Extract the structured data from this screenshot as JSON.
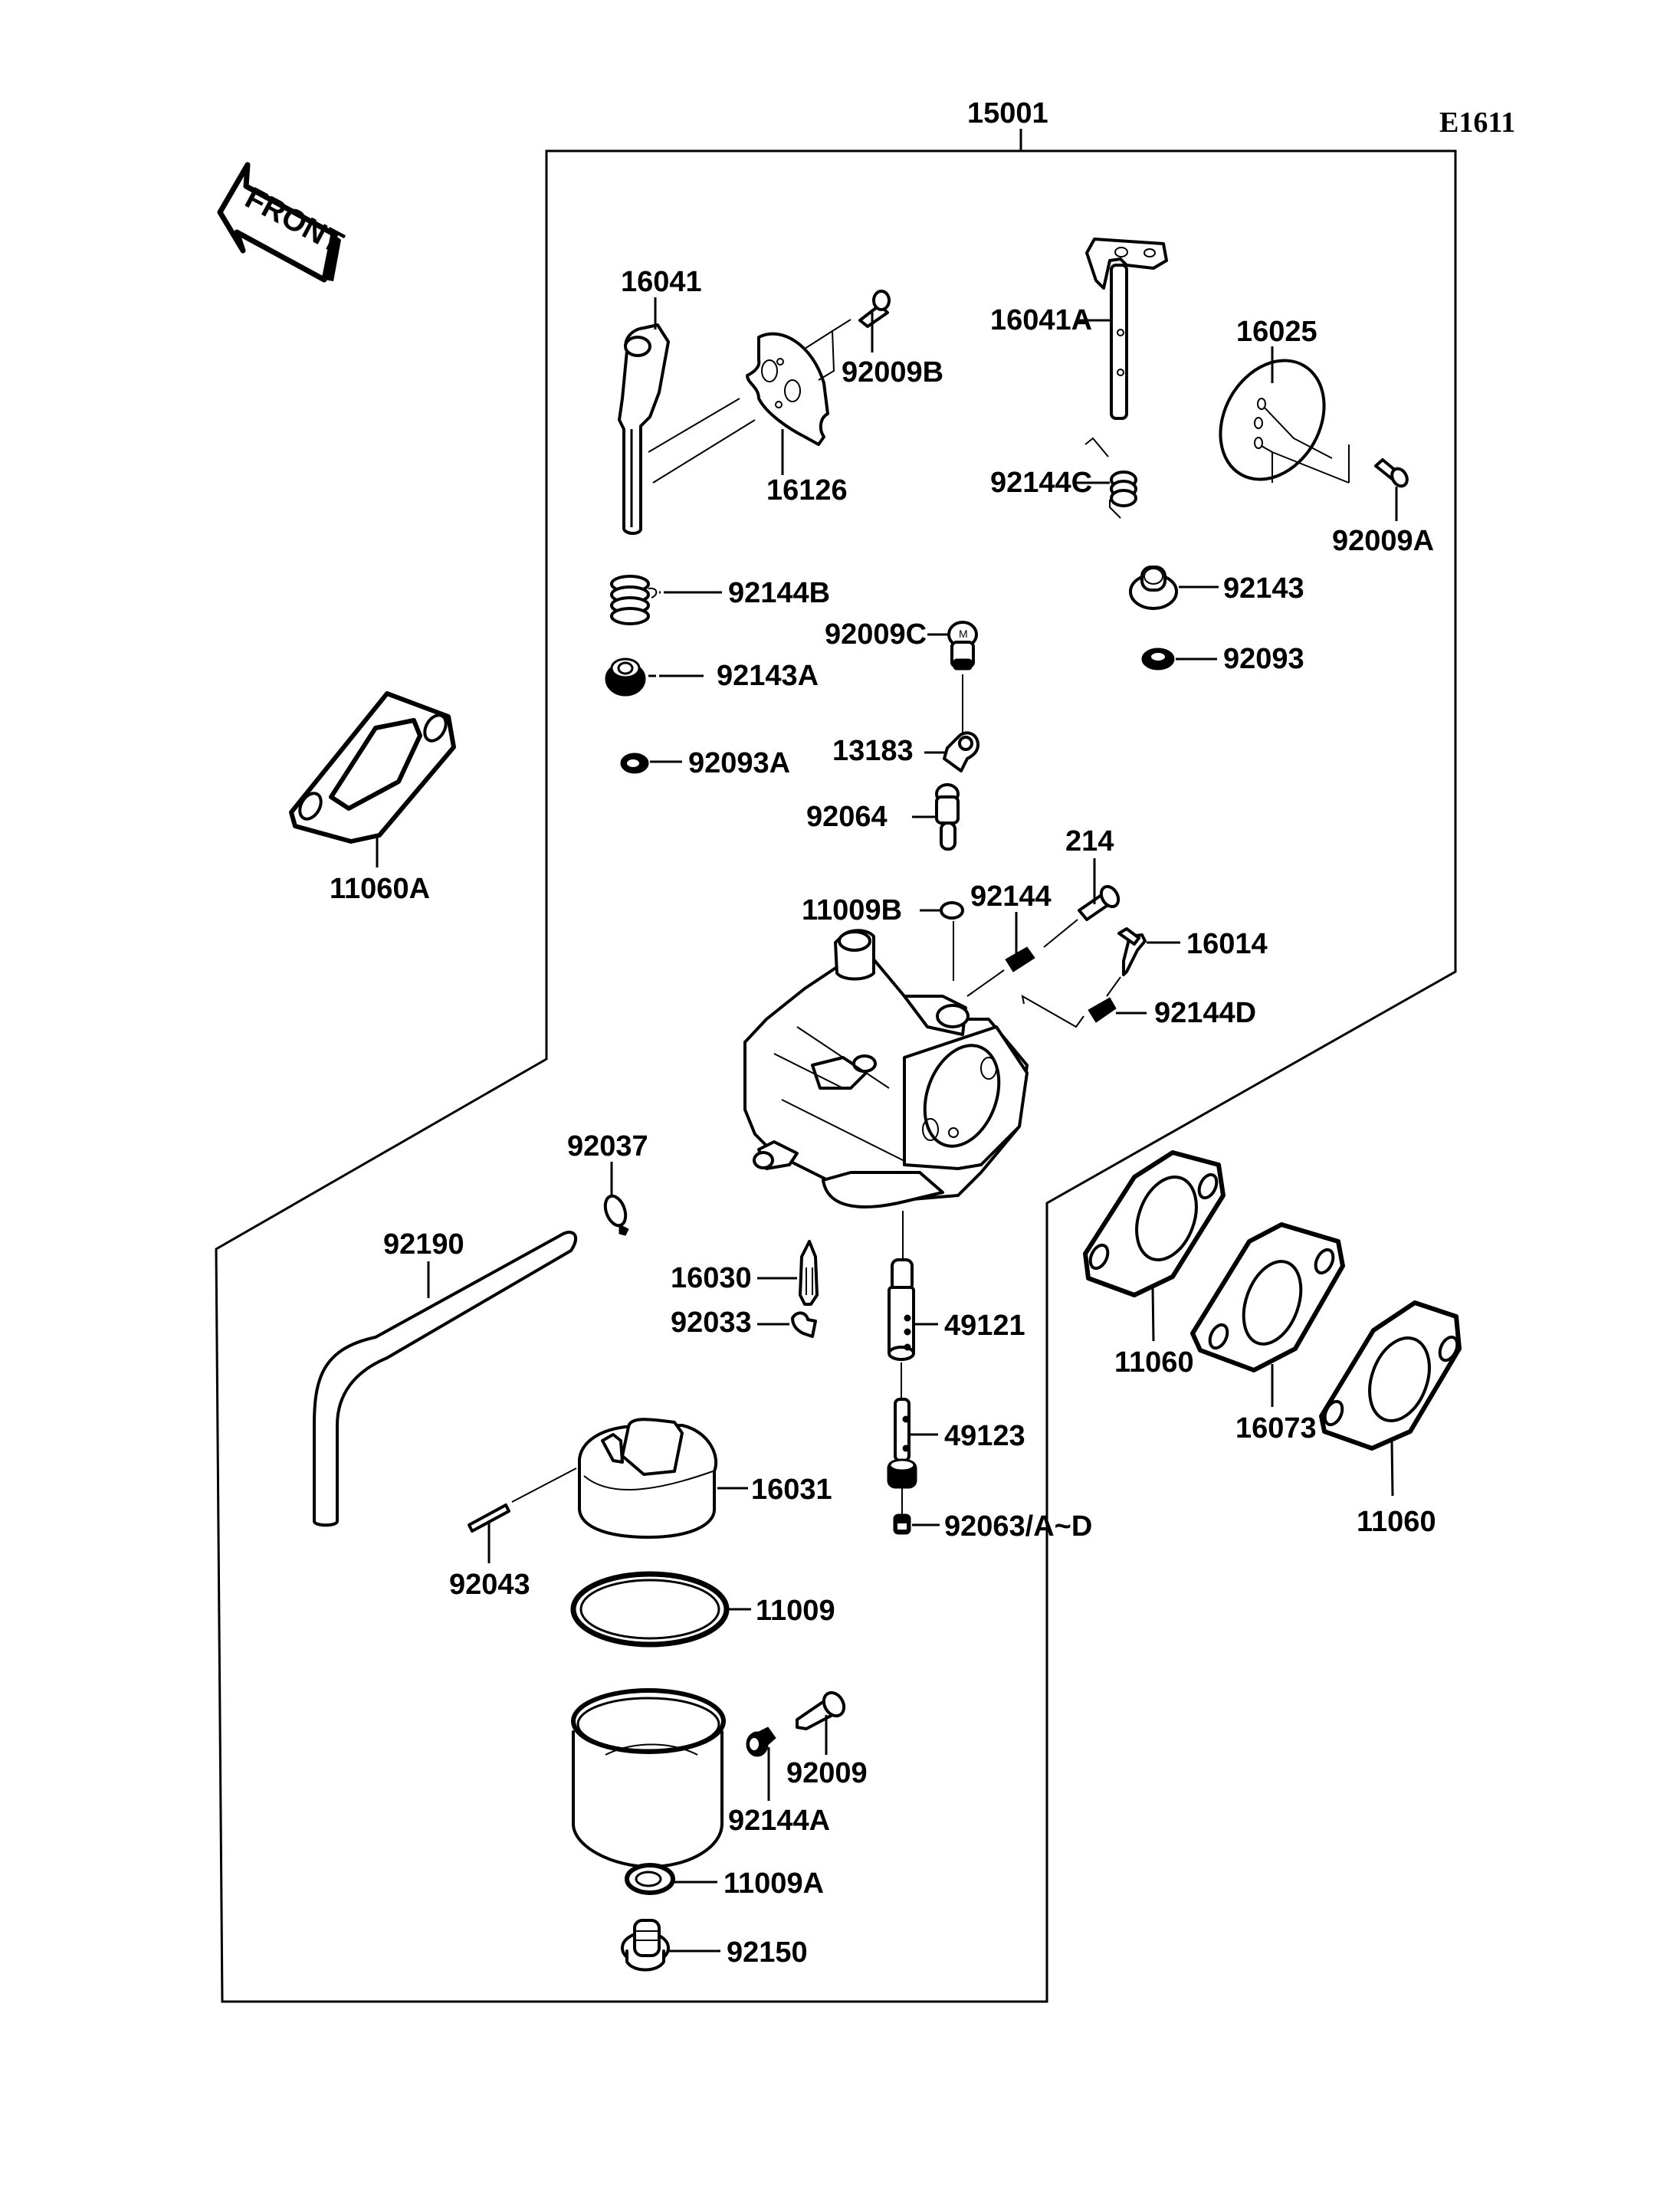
{
  "diagram": {
    "title": "Carburetor",
    "assembly_label": "15001",
    "figure_code": "E1611",
    "direction_badge": "FRONT",
    "colors": {
      "ink": "#000000",
      "paper": "#ffffff"
    }
  },
  "labels": {
    "p16041": "16041",
    "p92009B": "92009B",
    "p16126": "16126",
    "p16041A": "16041A",
    "p16025": "16025",
    "p92144C": "92144C",
    "p92009A": "92009A",
    "p92144B": "92144B",
    "p92009C": "92009C",
    "p92143": "92143",
    "p92143A": "92143A",
    "p92093": "92093",
    "p13183": "13183",
    "p92093A": "92093A",
    "p92064": "92064",
    "p11060A": "11060A",
    "p214": "214",
    "p11009B": "11009B",
    "p92144": "92144",
    "p16014": "16014",
    "p92144D": "92144D",
    "p92037": "92037",
    "p92190": "92190",
    "p16030": "16030",
    "p92033": "92033",
    "p49121": "49121",
    "p49123": "49123",
    "p92063": "92063/A~D",
    "p11060_upper": "11060",
    "p16073": "16073",
    "p11060_lower": "11060",
    "p16031": "16031",
    "p92043": "92043",
    "p11009": "11009",
    "p92009": "92009",
    "p92144A": "92144A",
    "p11009A": "11009A",
    "p92150": "92150"
  }
}
